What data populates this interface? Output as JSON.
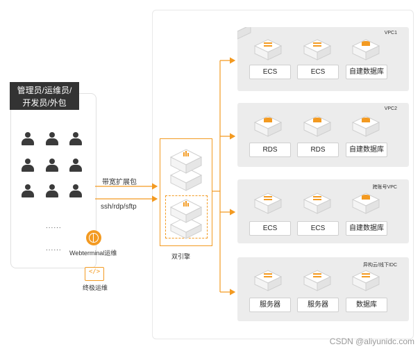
{
  "users": {
    "role_label": "管理员/运维员/\n开发员/外包",
    "dots": [
      "......",
      "......"
    ]
  },
  "access": {
    "bandwidth_label": "带宽扩展包",
    "protocols_label": "ssh/rdp/sftp",
    "webterminal_label": "Webterminal运维",
    "terminal_label": "终极运维",
    "terminal_glyph": "</>"
  },
  "engine": {
    "label": "双引擎"
  },
  "panels": [
    {
      "title": "VPC1",
      "resources": [
        "ECS",
        "ECS",
        "自建数据库"
      ]
    },
    {
      "title": "VPC2",
      "resources": [
        "RDS",
        "RDS",
        "自建数据库"
      ]
    },
    {
      "title": "跨账号VPC",
      "resources": [
        "ECS",
        "ECS",
        "自建数据库"
      ]
    },
    {
      "title": "异构云/线下IDC",
      "resources": [
        "服务器",
        "服务器",
        "数据库"
      ]
    }
  ],
  "watermark": "CSDN @aliyunidc.com",
  "colors": {
    "accent": "#f39a21",
    "panel_bg": "#ececec",
    "dark": "#333333"
  }
}
